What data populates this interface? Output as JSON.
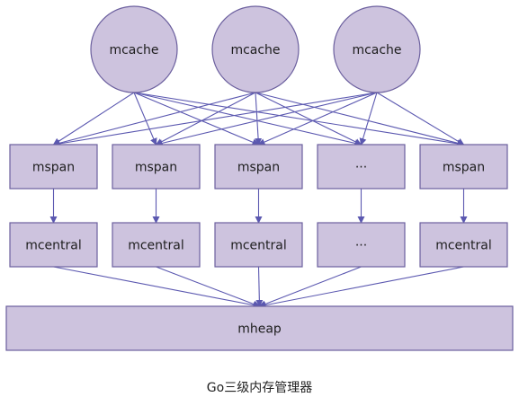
{
  "diagram": {
    "caches": [
      {
        "label": "mcache"
      },
      {
        "label": "mcache"
      },
      {
        "label": "mcache"
      }
    ],
    "spans": [
      {
        "label": "mspan"
      },
      {
        "label": "mspan"
      },
      {
        "label": "mspan"
      },
      {
        "label": "···"
      },
      {
        "label": "mspan"
      }
    ],
    "centrals": [
      {
        "label": "mcentral"
      },
      {
        "label": "mcentral"
      },
      {
        "label": "mcentral"
      },
      {
        "label": "···"
      },
      {
        "label": "mcentral"
      }
    ],
    "heap": {
      "label": "mheap"
    },
    "caption": "Go三级内存管理器"
  },
  "colors": {
    "node_fill": "#cdc3de",
    "node_stroke": "#6b5f9e",
    "edge": "#5b58b0"
  }
}
